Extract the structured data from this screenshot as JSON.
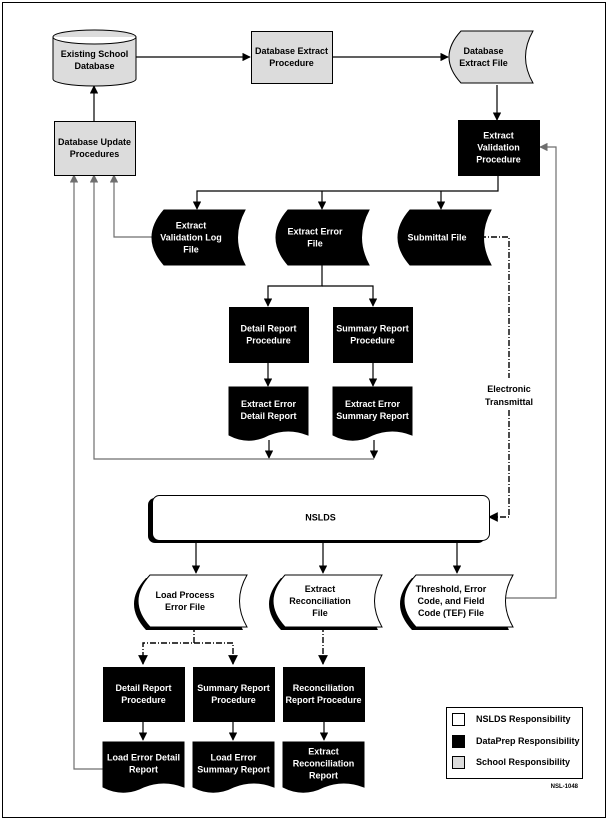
{
  "diagram": {
    "colors": {
      "school": "#dcdcdc",
      "dataprep": "#000000",
      "nslds": "#ffffff",
      "gray_line": "#6e6e6e",
      "black_line": "#000000"
    },
    "nodes": {
      "existing_school_db": {
        "lines": [
          "Existing School",
          "Database"
        ],
        "shape": "cylinder",
        "responsibility": "school"
      },
      "db_extract_proc": {
        "lines": [
          "Database Extract",
          "Procedure"
        ],
        "shape": "process",
        "responsibility": "school"
      },
      "db_extract_file": {
        "lines": [
          "Database",
          "Extract File"
        ],
        "shape": "stored-data",
        "responsibility": "school"
      },
      "db_update_proc": {
        "lines": [
          "Database Update",
          "Procedures"
        ],
        "shape": "process",
        "responsibility": "school"
      },
      "extract_validation_proc": {
        "lines": [
          "Extract",
          "Validation",
          "Procedure"
        ],
        "shape": "process",
        "responsibility": "dataprep"
      },
      "extract_validation_log": {
        "lines": [
          "Extract",
          "Validation Log",
          "File"
        ],
        "shape": "stored-data",
        "responsibility": "dataprep"
      },
      "extract_error_file": {
        "lines": [
          "Extract Error",
          "File"
        ],
        "shape": "stored-data",
        "responsibility": "dataprep"
      },
      "submittal_file": {
        "lines": [
          "Submittal File"
        ],
        "shape": "stored-data",
        "responsibility": "dataprep"
      },
      "detail_report_proc_1": {
        "lines": [
          "Detail Report",
          "Procedure"
        ],
        "shape": "process",
        "responsibility": "dataprep"
      },
      "summary_report_proc_1": {
        "lines": [
          "Summary Report",
          "Procedure"
        ],
        "shape": "process",
        "responsibility": "dataprep"
      },
      "extract_error_detail": {
        "lines": [
          "Extract Error",
          "Detail Report"
        ],
        "shape": "document",
        "responsibility": "dataprep"
      },
      "extract_error_summary": {
        "lines": [
          "Extract Error",
          "Summary Report"
        ],
        "shape": "document",
        "responsibility": "dataprep"
      },
      "nslds": {
        "lines": [
          "NSLDS"
        ],
        "shape": "rounded-process",
        "responsibility": "nslds"
      },
      "load_process_error": {
        "lines": [
          "Load Process",
          "Error File"
        ],
        "shape": "stored-data",
        "responsibility": "nslds"
      },
      "extract_reconciliation_file": {
        "lines": [
          "Extract",
          "Reconciliation",
          "File"
        ],
        "shape": "stored-data",
        "responsibility": "nslds"
      },
      "tef_file": {
        "lines": [
          "Threshold, Error",
          "Code, and Field",
          "Code (TEF) File"
        ],
        "shape": "stored-data",
        "responsibility": "nslds"
      },
      "detail_report_proc_2": {
        "lines": [
          "Detail Report",
          "Procedure"
        ],
        "shape": "process",
        "responsibility": "dataprep"
      },
      "summary_report_proc_2": {
        "lines": [
          "Summary Report",
          "Procedure"
        ],
        "shape": "process",
        "responsibility": "dataprep"
      },
      "reconciliation_report_proc": {
        "lines": [
          "Reconciliation",
          "Report Procedure"
        ],
        "shape": "process",
        "responsibility": "dataprep"
      },
      "load_error_detail": {
        "lines": [
          "Load Error Detail",
          "Report"
        ],
        "shape": "document",
        "responsibility": "dataprep"
      },
      "load_error_summary": {
        "lines": [
          "Load Error",
          "Summary Report"
        ],
        "shape": "document",
        "responsibility": "dataprep"
      },
      "extract_reconciliation_report": {
        "lines": [
          "Extract",
          "Reconciliation",
          "Report"
        ],
        "shape": "document",
        "responsibility": "dataprep"
      }
    },
    "edges": [
      {
        "from": "existing_school_db",
        "to": "db_extract_proc",
        "style": "solid"
      },
      {
        "from": "db_extract_proc",
        "to": "db_extract_file",
        "style": "solid"
      },
      {
        "from": "db_extract_file",
        "to": "extract_validation_proc",
        "style": "solid"
      },
      {
        "from": "db_update_proc",
        "to": "existing_school_db",
        "style": "solid"
      },
      {
        "from": "extract_validation_proc",
        "to": "extract_validation_log",
        "style": "solid"
      },
      {
        "from": "extract_validation_proc",
        "to": "extract_error_file",
        "style": "solid"
      },
      {
        "from": "extract_validation_proc",
        "to": "submittal_file",
        "style": "solid"
      },
      {
        "from": "extract_validation_log",
        "to": "db_update_proc",
        "style": "gray"
      },
      {
        "from": "extract_error_file",
        "to": "detail_report_proc_1",
        "style": "solid"
      },
      {
        "from": "extract_error_file",
        "to": "summary_report_proc_1",
        "style": "solid"
      },
      {
        "from": "detail_report_proc_1",
        "to": "extract_error_detail",
        "style": "solid"
      },
      {
        "from": "summary_report_proc_1",
        "to": "extract_error_summary",
        "style": "solid"
      },
      {
        "from": "extract_error_detail",
        "to": "db_update_proc",
        "style": "gray"
      },
      {
        "from": "extract_error_summary",
        "to": "db_update_proc",
        "style": "gray"
      },
      {
        "from": "submittal_file",
        "to": "nslds",
        "style": "dash-dot",
        "label": "Electronic Transmittal"
      },
      {
        "from": "nslds",
        "to": "load_process_error",
        "style": "solid"
      },
      {
        "from": "nslds",
        "to": "extract_reconciliation_file",
        "style": "solid"
      },
      {
        "from": "nslds",
        "to": "tef_file",
        "style": "solid"
      },
      {
        "from": "tef_file",
        "to": "extract_validation_proc",
        "style": "gray"
      },
      {
        "from": "load_process_error",
        "to": "detail_report_proc_2",
        "style": "dash-dot"
      },
      {
        "from": "load_process_error",
        "to": "summary_report_proc_2",
        "style": "dash-dot"
      },
      {
        "from": "extract_reconciliation_file",
        "to": "reconciliation_report_proc",
        "style": "dash-dot"
      },
      {
        "from": "detail_report_proc_2",
        "to": "load_error_detail",
        "style": "solid"
      },
      {
        "from": "summary_report_proc_2",
        "to": "load_error_summary",
        "style": "solid"
      },
      {
        "from": "reconciliation_report_proc",
        "to": "extract_reconciliation_report",
        "style": "solid"
      },
      {
        "from": "load_error_detail",
        "to": "db_update_proc",
        "style": "gray"
      }
    ],
    "edge_labels": {
      "electronic_transmittal": [
        "Electronic",
        "Transmittal"
      ]
    },
    "legend": [
      {
        "label": "NSLDS Responsibility",
        "responsibility": "nslds"
      },
      {
        "label": "DataPrep Responsibility",
        "responsibility": "dataprep"
      },
      {
        "label": "School Responsibility",
        "responsibility": "school"
      }
    ],
    "figure_code": "NSL-1048"
  }
}
